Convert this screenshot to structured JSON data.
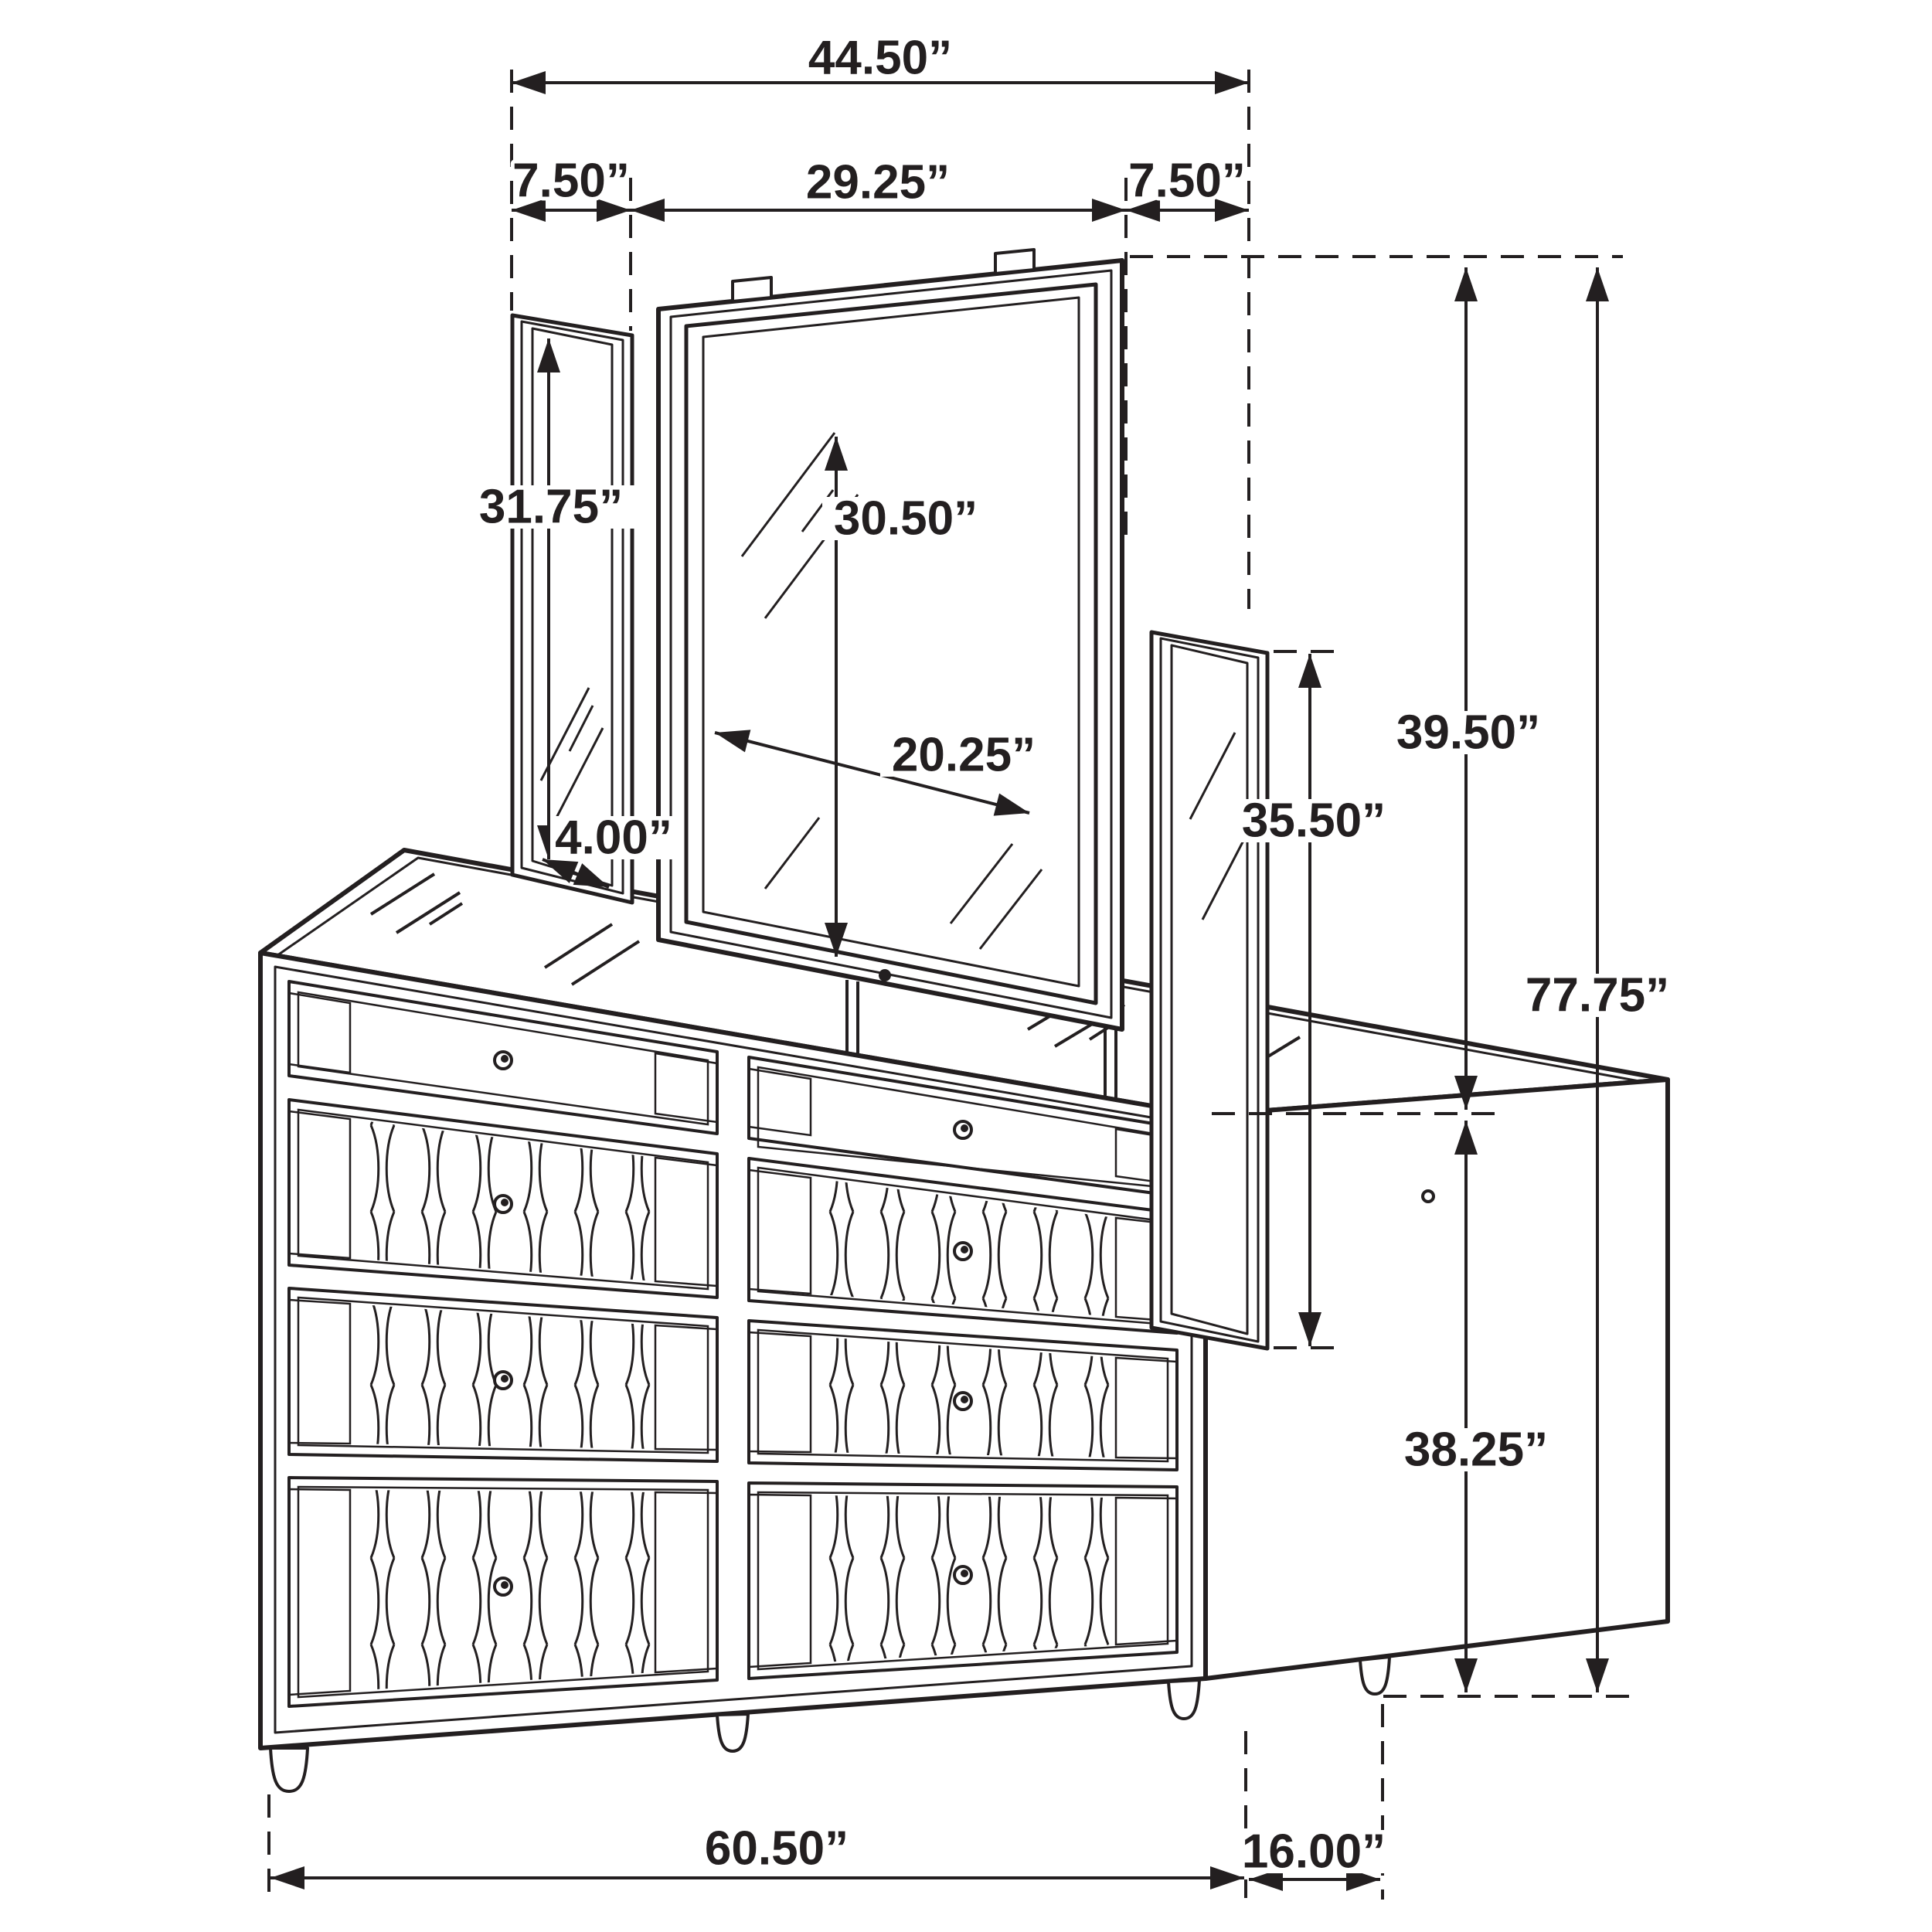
{
  "page": {
    "background": "#ffffff",
    "ink_color": "#231f20",
    "drawing_type": "furniture dimension diagram",
    "subject": "dresser with tri-fold mirror"
  },
  "dimensions": {
    "mirror_overall_width": "44.50”",
    "left_panel_width": "7.50”",
    "center_mirror_width": "29.25”",
    "right_panel_width": "7.50”",
    "side_mirror_height": "31.75”",
    "center_glass_height": "30.50”",
    "center_glass_width": "20.25”",
    "frame_bottom_rail": "4.00”",
    "right_panel_height": "35.50”",
    "mirror_assembly_height": "39.50”",
    "overall_height": "77.75”",
    "dresser_height": "38.25”",
    "dresser_width": "60.50”",
    "dresser_depth": "16.00”"
  }
}
